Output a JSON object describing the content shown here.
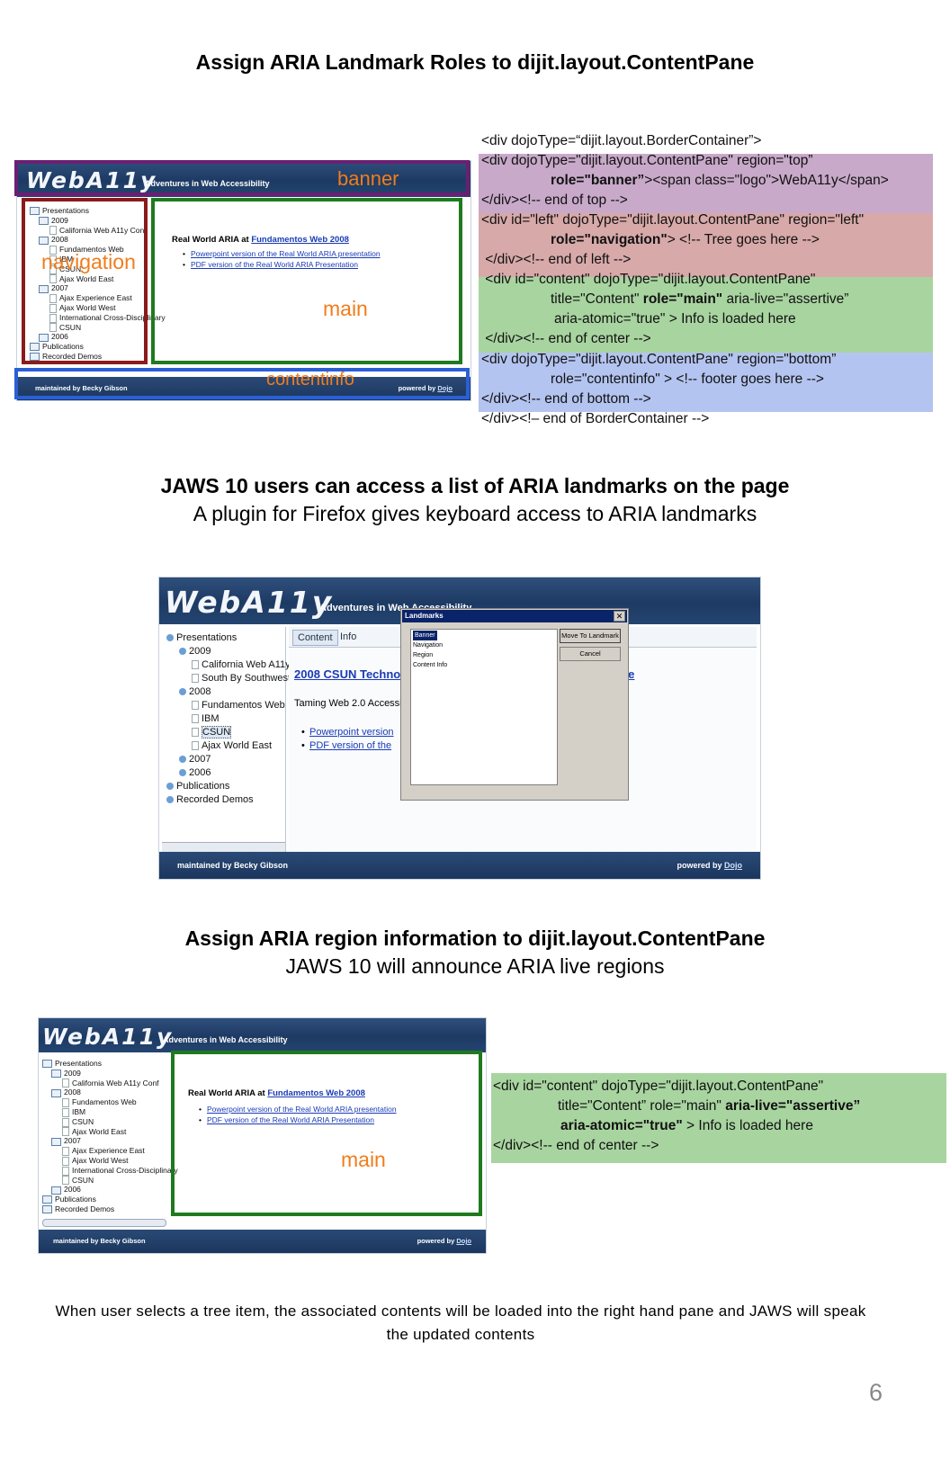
{
  "title1": "Assign ARIA Landmark Roles to dijit.layout.ContentPane",
  "app": {
    "logo": "WebA11y",
    "tagline": "Adventures in Web Accessibility",
    "footer_left": "maintained by Becky Gibson",
    "footer_right_prefix": "powered by ",
    "footer_right_link": "Dojo",
    "tree": {
      "presentations": "Presentations",
      "y2009": "2009",
      "california": "California Web A11y Conf",
      "y2008": "2008",
      "fundamentos": "Fundamentos Web",
      "ibm": "IBM",
      "csun": "CSUN",
      "ajax_east": "Ajax World East",
      "y2007": "2007",
      "ajax_exp_east": "Ajax Experience East",
      "ajax_west": "Ajax World West",
      "intl": "International Cross-Disciplinary",
      "csun2": "CSUN",
      "y2006": "2006",
      "publications": "Publications",
      "recorded": "Recorded Demos",
      "south": "South By Southwest"
    },
    "content_heading": "Real World ARIA at ",
    "content_heading_link": "Fundamentos Web 2008",
    "bullet1": "Powerpoint version of the Real World ARIA presentation",
    "bullet2": "PDF version of the Real World ARIA Presentation"
  },
  "labels": {
    "banner": "banner",
    "navigation": "navigation",
    "main": "main",
    "contentinfo": "contentinfo"
  },
  "code1": {
    "l1": "<div dojoType=“dijit.layout.BorderContainer”>",
    "l2": "<div dojoType=\"dijit.layout.ContentPane\" region=\"top”",
    "l3a": "role=\"banner”",
    "l3b": "><span class=\"logo\">WebA11y</span>",
    "l4": "</div><!-- end of top -->",
    "l5": "<div id=\"left\" dojoType=\"dijit.layout.ContentPane\" region=\"left\"",
    "l6a": "role=\"navigation\"",
    "l6b": "> <!-- Tree goes here -->",
    "l7": " </div><!-- end of left -->",
    "l8": " <div id=\"content\" dojoType=\"dijit.layout.ContentPane\"",
    "l9a": "title=\"Content\" ",
    "l9b": "role=\"main\"",
    "l9c": " aria-live=\"assertive”",
    "l10": "aria-atomic=\"true\" > Info is loaded here",
    "l11": " </div><!-- end of center -->",
    "l12": "<div dojoType=\"dijit.layout.ContentPane\" region=\"bottom”",
    "l13": "role=\"contentinfo\" > <!-- footer goes here -->",
    "l14": "</div><!-- end of bottom -->",
    "l15": "</div><!– end of BorderContainer -->"
  },
  "heading2_bold": "JAWS 10 users can access a list of ARIA landmarks on the page",
  "heading2_sub": "A plugin for Firefox gives keyboard access to ARIA landmarks",
  "screenshot2": {
    "tab_content": "Content",
    "tab_info": "Info",
    "content_heading": "2008 CSUN Techno",
    "content_heading_tail": "nce",
    "taming": "Taming Web 2.0 Accessi",
    "bullet1": "Powerpoint version",
    "bullet2": "PDF version of the",
    "tagline_partial": "Adventures in Web Accessibility",
    "dialog": {
      "title": "Landmarks",
      "close": "✕",
      "items": [
        "Banner",
        "Navigation",
        "Region",
        "Content Info"
      ],
      "btn_move": "Move To Landmark",
      "btn_cancel": "Cancel"
    }
  },
  "heading3_bold": "Assign ARIA region information to dijit.layout.ContentPane",
  "heading3_sub": "JAWS 10 will announce ARIA live regions",
  "code2": {
    "l1": "<div id=\"content\" dojoType=\"dijit.layout.ContentPane\"",
    "l2a": "title=\"Content” role=\"main\" ",
    "l2b": "aria-live=\"assertive”",
    "l3a": "aria-atomic=\"true\"",
    "l3b": " > Info is loaded here",
    "l4": "</div><!-- end of center -->"
  },
  "footer_note": "When user selects a tree item, the associated contents will  be loaded into the right hand pane and  JAWS will speak the updated contents",
  "page_number": "6",
  "colors": {
    "band_top": "#c8a9c9",
    "band_left": "#d8a9a9",
    "band_center": "#a8d4a0",
    "band_bottom": "#b4c4f0",
    "box_banner": "#6b1f72",
    "box_nav": "#8b1a1a",
    "box_main": "#1f7a1f",
    "box_contentinfo": "#2a5fd6",
    "label_orange": "#f07d1c"
  }
}
